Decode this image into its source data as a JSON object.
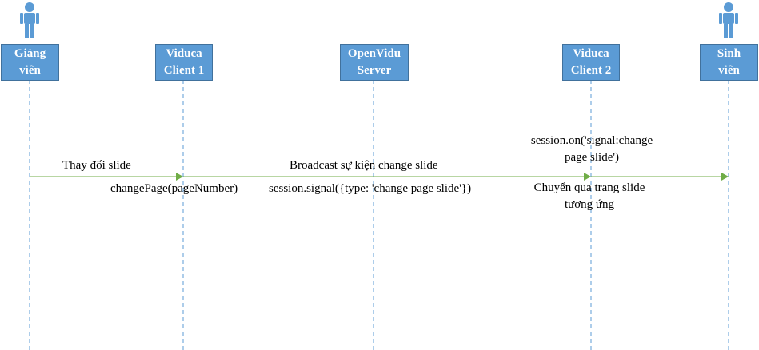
{
  "diagram": {
    "participants": [
      {
        "id": "giang-vien",
        "label": "Giảng\nviên",
        "kind": "actor"
      },
      {
        "id": "viduca-client-1",
        "label": "Viduca\nClient 1",
        "kind": "box"
      },
      {
        "id": "openvidu-server",
        "label": "OpenVidu\nServer",
        "kind": "box"
      },
      {
        "id": "viduca-client-2",
        "label": "Viduca\nClient 2",
        "kind": "box"
      },
      {
        "id": "sinh-vien",
        "label": "Sinh\nviên",
        "kind": "actor"
      }
    ],
    "messages": {
      "change_slide": "Thay đổi slide",
      "change_page": "changePage(pageNumber)",
      "broadcast": "Broadcast sự kiện change slide",
      "signal": "session.signal({type: 'change page slide'})",
      "session_on": "session.on('signal:change\npage slide')",
      "switch_page": "Chuyển qua trang slide\ntương ứng"
    },
    "colors": {
      "box_fill": "#5b9bd5",
      "box_border": "#41719c",
      "lifeline": "#5b9bd5",
      "arrow": "#70ad47",
      "actor": "#5b9bd5"
    }
  }
}
